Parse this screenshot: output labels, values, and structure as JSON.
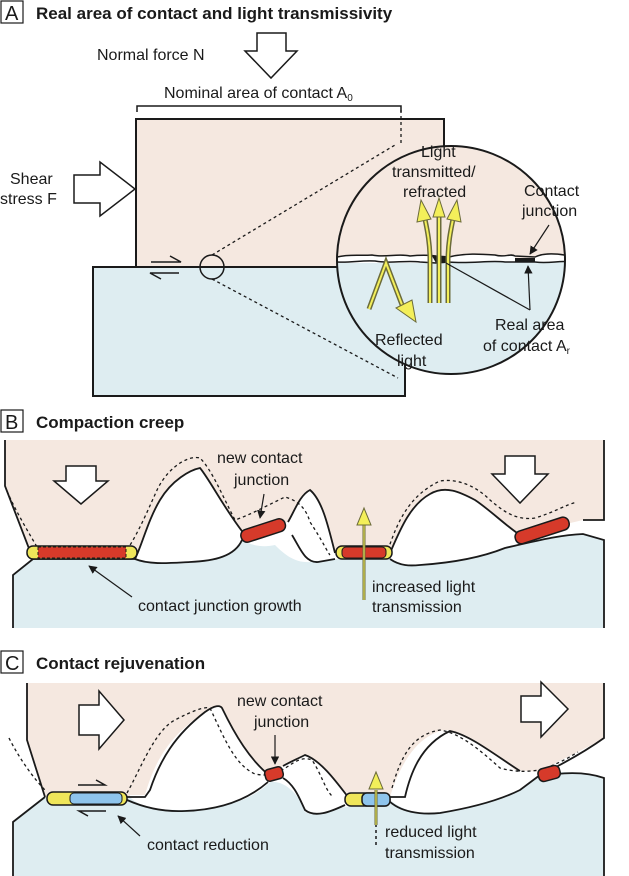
{
  "colors": {
    "upper_block": "#f5e8e0",
    "lower_block": "#deedf1",
    "outline": "#1a1a1a",
    "light_arrow": "#f3ef5a",
    "light_arrow_stroke": "#6b6b3a",
    "contact_red": "#d63a2a",
    "contact_yellow": "#efe65a",
    "contact_blue": "#8ec4ec"
  },
  "panels": {
    "a": {
      "letter": "A",
      "title": "Real area of contact and light transmissivity",
      "normal_force": "Normal force N",
      "nominal_area": "Nominal area of contact A",
      "nominal_area_sub": "0",
      "shear_line1": "Shear",
      "shear_line2": "stress F",
      "light_transmitted_1": "Light",
      "light_transmitted_2": "transmitted/",
      "light_transmitted_3": "refracted",
      "contact_junction_1": "Contact",
      "contact_junction_2": "junction",
      "reflected_1": "Reflected",
      "reflected_2": "light",
      "real_area_1": "Real area",
      "real_area_2": "of contact A",
      "real_area_sub": "r"
    },
    "b": {
      "letter": "B",
      "title": "Compaction creep",
      "new_contact_1": "new contact",
      "new_contact_2": "junction",
      "growth": "contact junction growth",
      "increased_1": "increased light",
      "increased_2": "transmission"
    },
    "c": {
      "letter": "C",
      "title": "Contact rejuvenation",
      "new_contact_1": "new contact",
      "new_contact_2": "junction",
      "reduction": "contact reduction",
      "reduced_1": "reduced light",
      "reduced_2": "transmission"
    }
  }
}
